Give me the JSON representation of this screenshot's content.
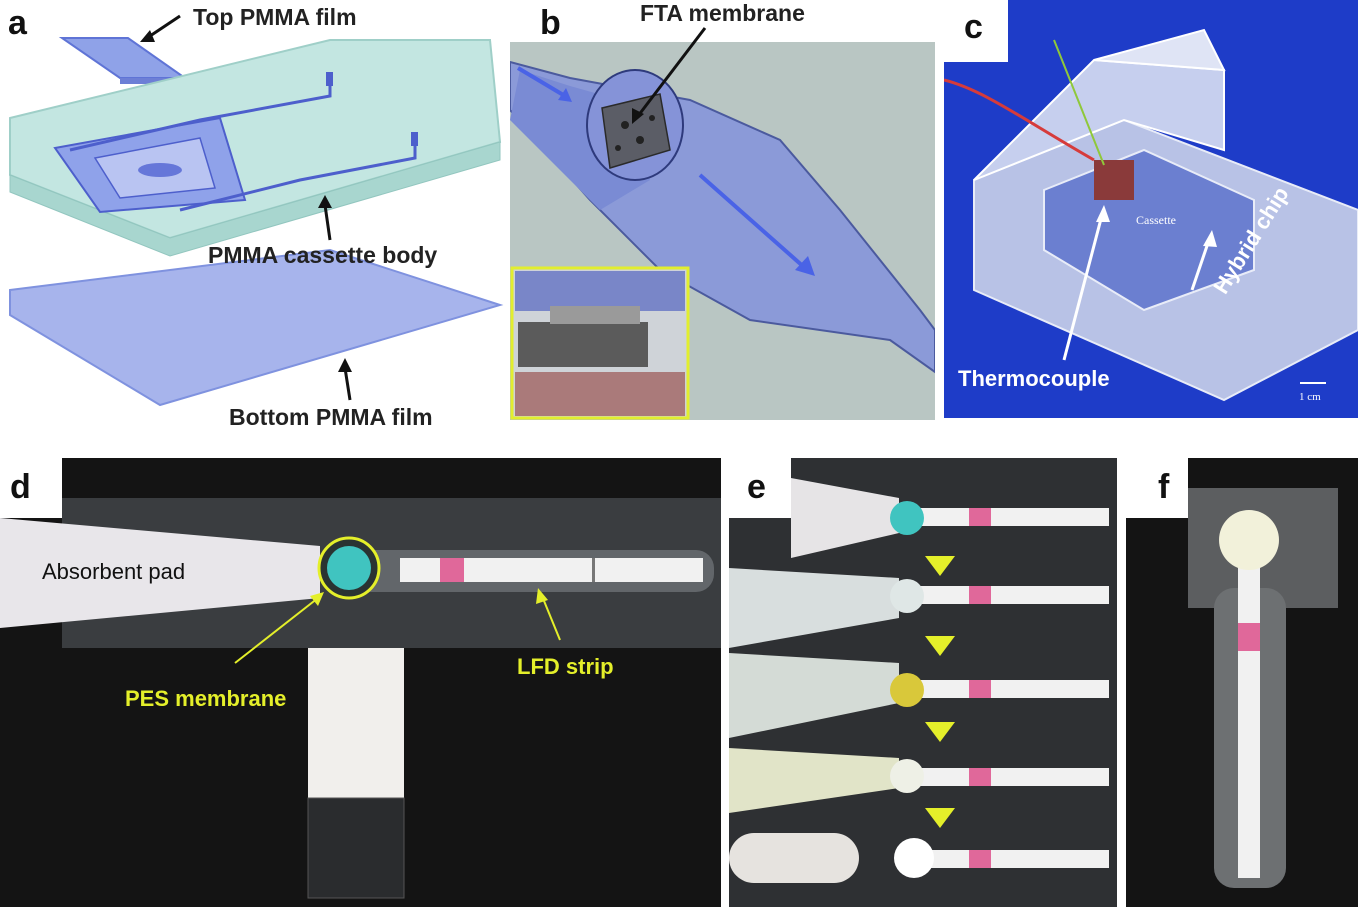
{
  "panels": {
    "a": {
      "label": "a",
      "annotations": {
        "top_film": "Top PMMA film",
        "cassette_body": "PMMA cassette body",
        "bottom_film": "Bottom PMMA film"
      }
    },
    "b": {
      "label": "b",
      "annotations": {
        "fta_membrane": "FTA membrane"
      }
    },
    "c": {
      "label": "c",
      "annotations": {
        "cassette": "Cassette",
        "hybrid_chip": "Hybrid chip",
        "thermocouple": "Thermocouple",
        "scale_bar": "1 cm"
      }
    },
    "d": {
      "label": "d",
      "annotations": {
        "absorbent_pad": "Absorbent pad",
        "pes_membrane": "PES membrane",
        "lfd_strip": "LFD strip"
      }
    },
    "e": {
      "label": "e"
    },
    "f": {
      "label": "f"
    }
  },
  "colors": {
    "pmma_cyan": "#b9e0dc",
    "channel_blue": "#5968d8",
    "photo_blue_bg": "#1e3cc8",
    "dark_bg": "#141414",
    "annotation_yellow": "#e4ef2a",
    "test_line_pink": "#e0689a"
  }
}
